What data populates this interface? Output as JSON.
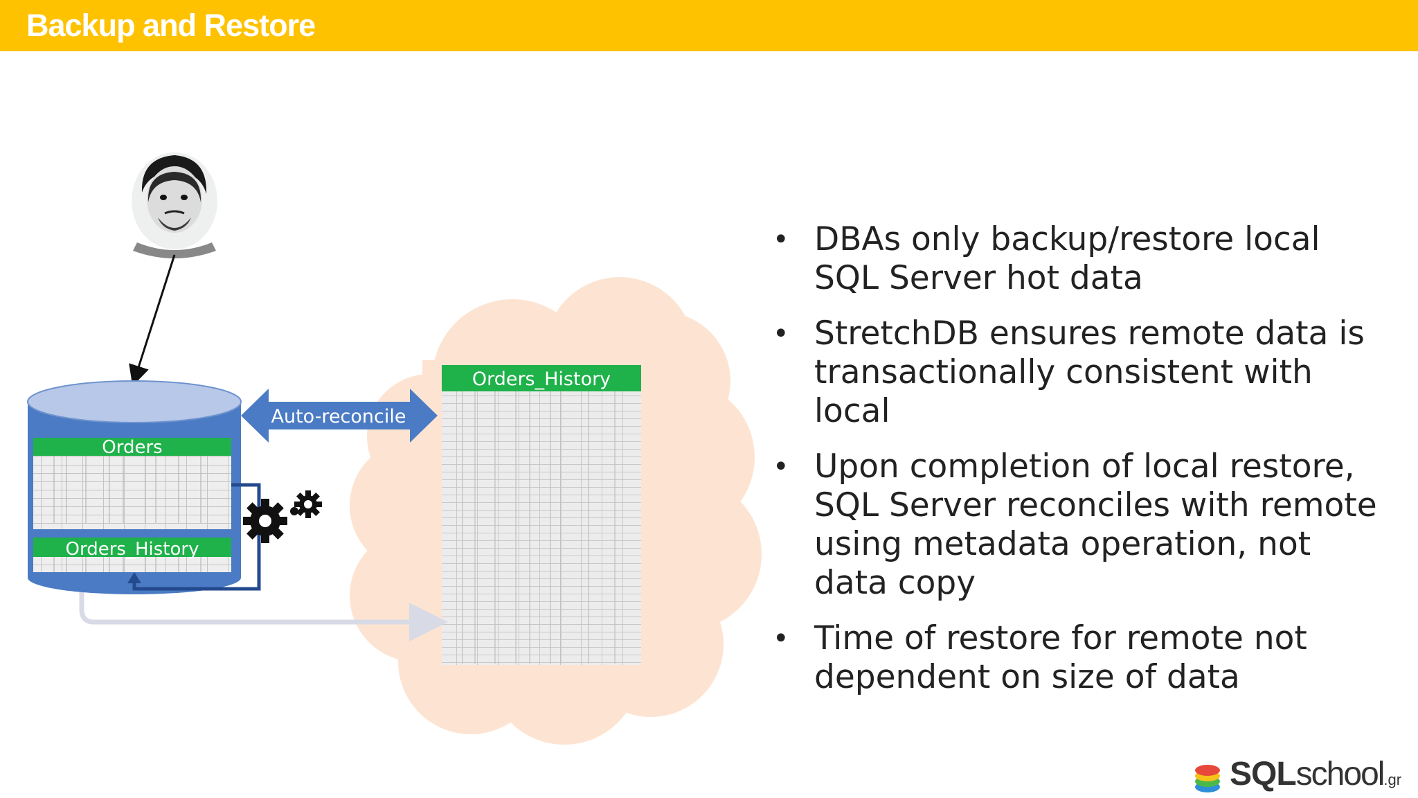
{
  "title": "Backup and Restore",
  "diagram": {
    "local_table_orders": "Orders",
    "local_table_history": "Orders_History",
    "remote_table": "Orders_History",
    "arrow_label": "Auto-reconcile"
  },
  "bullets": [
    "DBAs only backup/restore local SQL Server hot data",
    "StretchDB ensures remote data is transactionally consistent with local",
    "Upon completion of local restore, SQL Server reconciles with remote using metadata operation, not data copy",
    "Time of restore for remote not dependent on size of data"
  ],
  "logo": {
    "bold": "SQL",
    "light": "school",
    "tld": ".gr"
  },
  "colors": {
    "title_bar": "#fec200",
    "database": "#4a7bc4",
    "table_header": "#1fb14a",
    "cloud": "#fde4d2",
    "arrow": "#4a7bc4"
  },
  "icons": [
    "person-avatar-icon",
    "database-cylinder-icon",
    "gears-icon",
    "cloud-icon",
    "sqlschool-logo-icon"
  ]
}
